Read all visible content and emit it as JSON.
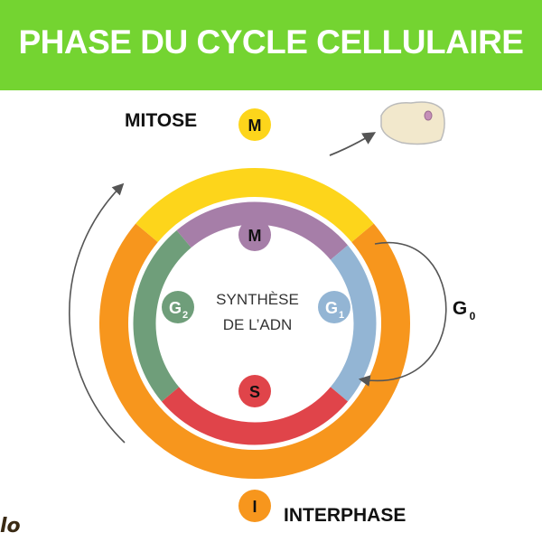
{
  "title": "PHASE DU CYCLE CELLULAIRE",
  "labels": {
    "mitose": "MITOSE",
    "interphase": "INTERPHASE",
    "center_line1": "SYNTHÈSE",
    "center_line2": "DE L’ADN",
    "g0": "G",
    "g0_sub": "0"
  },
  "chips": {
    "mitose": "M",
    "inner_m": "M",
    "g2": "G",
    "g2_sub": "2",
    "g1": "G",
    "g1_sub": "1",
    "s": "S",
    "interphase": "I"
  },
  "credit": "lo",
  "colors": {
    "banner": "#74d431",
    "mitose": "#fdd51b",
    "interphase": "#f7961d",
    "m": "#a67ea8",
    "g1": "#93b5d4",
    "s": "#e0444a",
    "g2": "#6f9e7a"
  }
}
